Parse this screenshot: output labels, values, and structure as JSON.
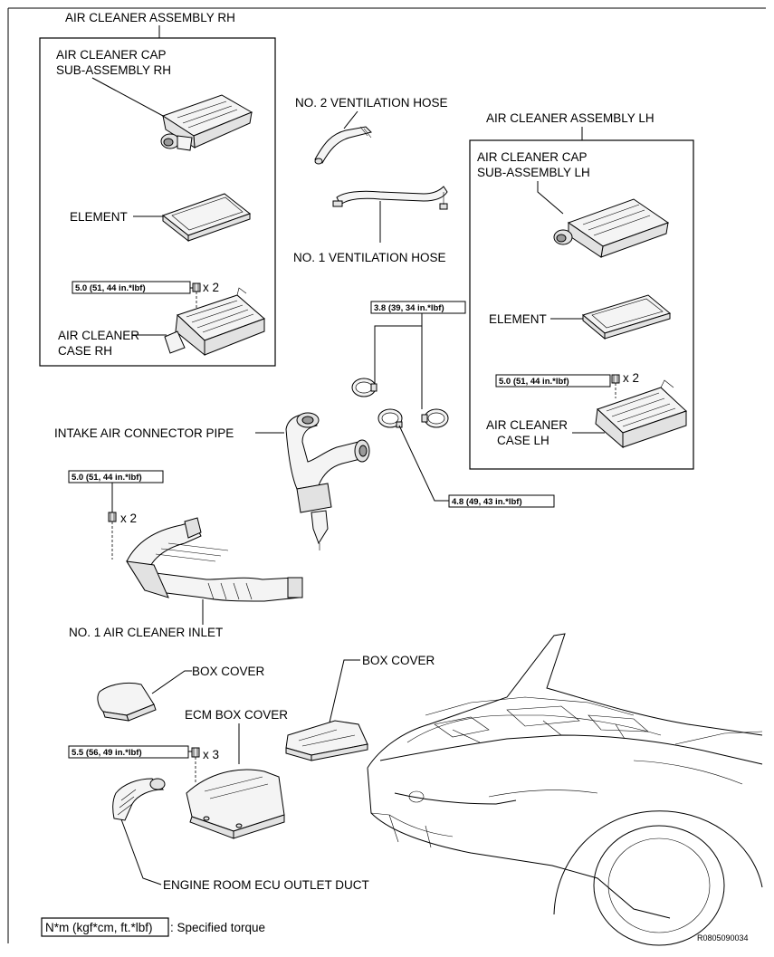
{
  "labels": {
    "assembly_rh": "AIR CLEANER  ASSEMBLY RH",
    "cap_rh_line1": "AIR CLEANER CAP",
    "cap_rh_line2": "SUB-ASSEMBLY RH",
    "element_rh": "ELEMENT",
    "case_rh_line1": "AIR CLEANER",
    "case_rh_line2": "CASE RH",
    "vent_hose_2": "NO. 2 VENTILATION HOSE",
    "vent_hose_1": "NO. 1 VENTILATION HOSE",
    "assembly_lh": "AIR CLEANER ASSEMBLY LH",
    "cap_lh_line1": "AIR CLEANER CAP",
    "cap_lh_line2": "SUB-ASSEMBLY LH",
    "element_lh": "ELEMENT",
    "case_lh_line1": "AIR CLEANER",
    "case_lh_line2": "CASE LH",
    "intake_pipe": "INTAKE AIR CONNECTOR PIPE",
    "inlet": "NO. 1 AIR CLEANER INLET",
    "box_cover_left": "BOX COVER",
    "box_cover_right": "BOX COVER",
    "ecm_box_cover": "ECM BOX COVER",
    "outlet_duct": "ENGINE ROOM ECU OUTLET DUCT"
  },
  "torques": {
    "case_rh": "5.0 (51, 44 in.*lbf)",
    "clamps_top": "3.8 (39, 34 in.*lbf)",
    "case_lh": "5.0 (51, 44 in.*lbf)",
    "inlet": "5.0 (51, 44 in.*lbf)",
    "clamp_bottom": "4.8 (49, 43 in.*lbf)",
    "ecm": "5.5 (56, 49 in.*lbf)"
  },
  "quantities": {
    "case_rh": "x 2",
    "case_lh": "x 2",
    "inlet": "x 2",
    "ecm": "x 3"
  },
  "legend": {
    "unit_box": "N*m (kgf*cm, ft.*lbf)",
    "description": ": Specified torque"
  },
  "figure_id": "R0805090034",
  "icons": [
    "bolt-icon",
    "hose-clamp-icon",
    "air-filter-element-icon",
    "vehicle-front-icon"
  ]
}
